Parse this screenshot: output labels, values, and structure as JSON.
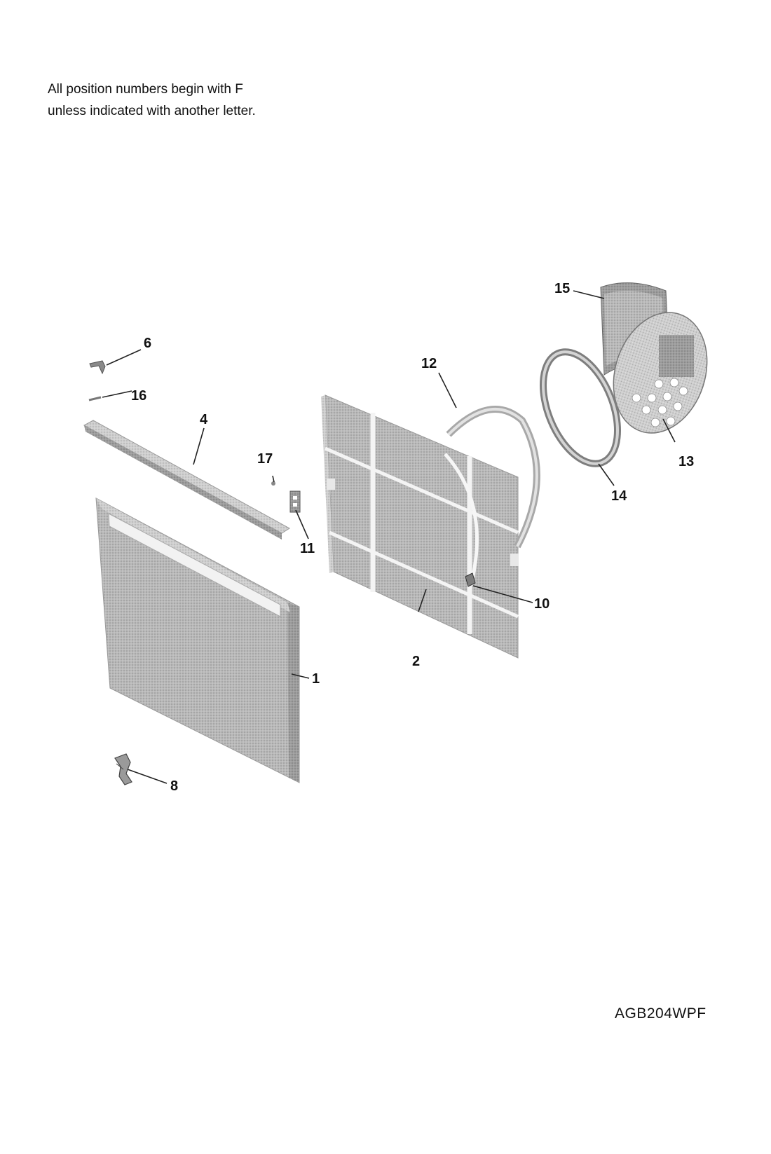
{
  "note": {
    "line1": "All position numbers begin with F",
    "line2": "unless indicated with another letter."
  },
  "model_number": "AGB204WPF",
  "callouts": {
    "c1": "1",
    "c2": "2",
    "c4": "4",
    "c6": "6",
    "c8": "8",
    "c10": "10",
    "c11": "11",
    "c12": "12",
    "c13": "13",
    "c14": "14",
    "c15": "15",
    "c16": "16",
    "c17": "17"
  }
}
